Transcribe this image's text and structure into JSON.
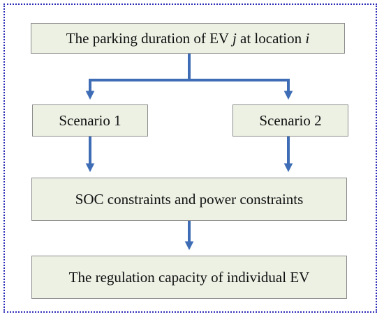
{
  "boxes": {
    "parking": {
      "prefix": "The parking duration of EV ",
      "var_j": "j",
      "middle": " at location ",
      "var_i": "i"
    },
    "scenario1": "Scenario 1",
    "scenario2": "Scenario 2",
    "constraints": "SOC constraints and power constraints",
    "regulation": "The regulation capacity of individual EV"
  },
  "colors": {
    "box_fill": "#ecf1e4",
    "box_border": "#8c8c8c",
    "arrow": "#3e6db5",
    "frame": "#2a2ab8"
  }
}
